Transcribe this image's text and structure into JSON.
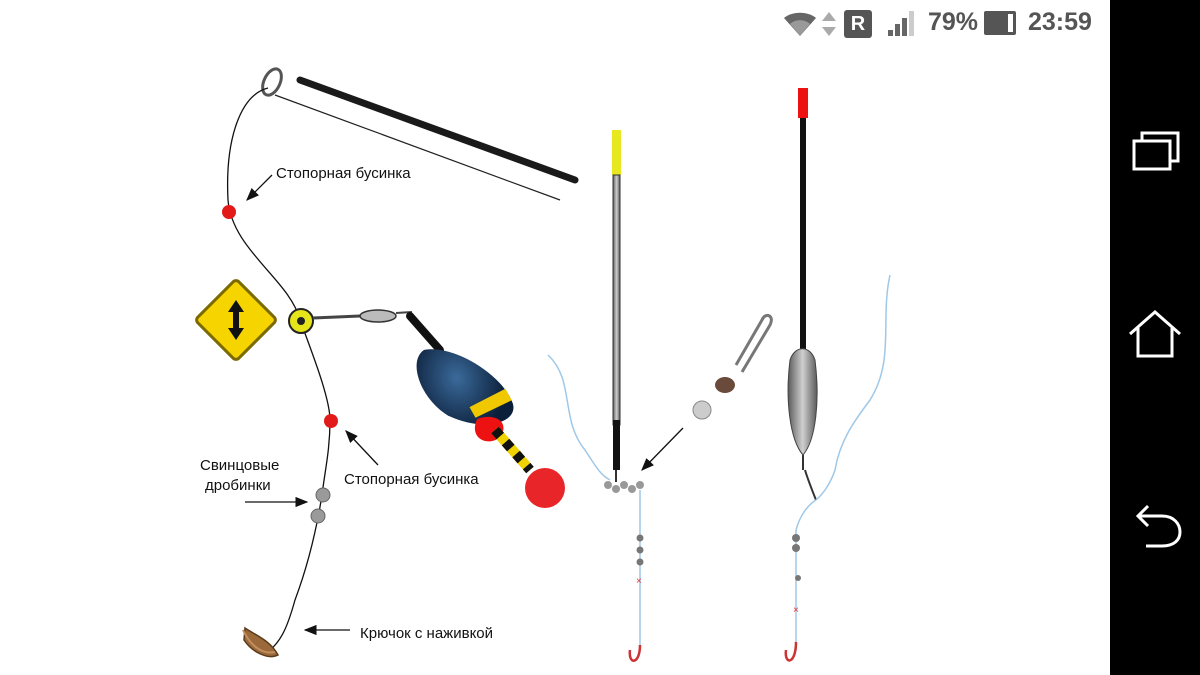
{
  "status_bar": {
    "roaming_badge": "R",
    "battery_percent": "79%",
    "time": "23:59",
    "battery_level": 0.79,
    "icons": [
      "wifi-icon",
      "data-arrows-icon",
      "roaming-icon",
      "signal-icon",
      "battery-icon"
    ]
  },
  "diagram": {
    "labels": {
      "stopper_bead_top": "Стопорная бусинка",
      "stopper_bead_bottom": "Стопорная бусинка",
      "lead_shots_line1": "Свинцовые",
      "lead_shots_line2": "дробинки",
      "hook_with_bait": "Крючок с наживкой"
    }
  },
  "nav_bar": {
    "buttons": [
      "recent-apps-icon",
      "home-icon",
      "back-icon"
    ]
  }
}
